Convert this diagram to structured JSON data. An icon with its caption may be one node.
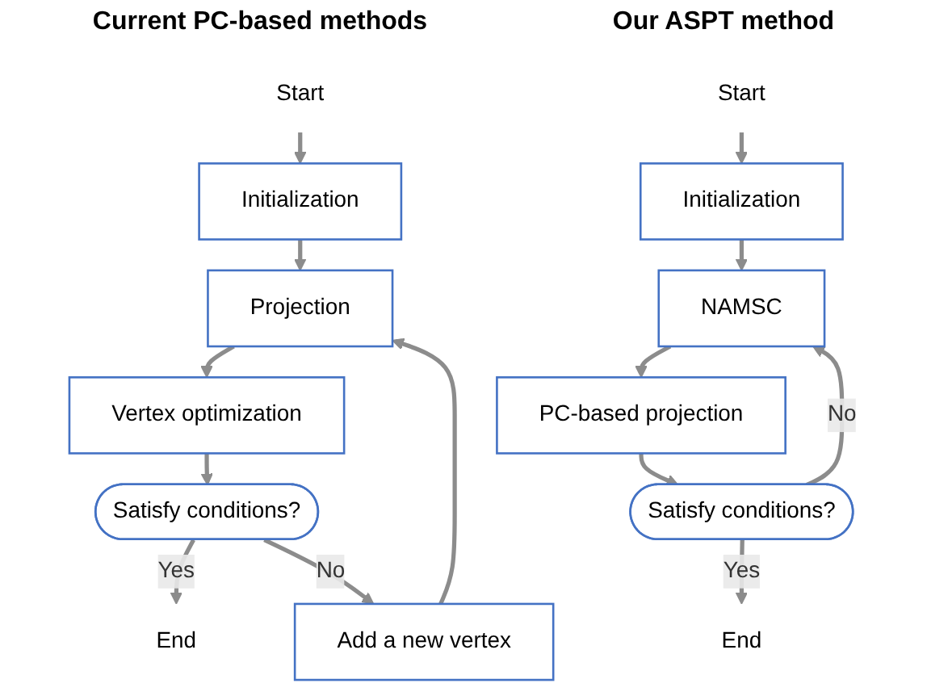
{
  "diagram": {
    "nodes": [
      {
        "text": [
          "Start"
        ]
      },
      {
        "text": [
          "Initialization"
        ]
      },
      {
        "text": [
          "Projection"
        ]
      },
      {
        "text": [
          "Vertex optimization"
        ]
      },
      {
        "text": [
          "Satisfy conditions?"
        ]
      },
      {
        "text": [
          "End"
        ]
      },
      {
        "text": [
          "Add a new vertex"
        ]
      },
      {
        "text": [
          "Start"
        ]
      },
      {
        "text": [
          "Initialization"
        ]
      },
      {
        "text": [
          "NAMSC"
        ]
      },
      {
        "text": [
          "PC-based projection"
        ]
      },
      {
        "text": [
          "Satisfy conditions?"
        ]
      },
      {
        "text": [
          "End"
        ]
      }
    ],
    "edges": [
      {
        "from": 0,
        "to": 1,
        "arrow": "to"
      },
      {
        "from": 1,
        "to": 2,
        "arrow": "to"
      },
      {
        "from": 2,
        "to": 3,
        "arrow": "to"
      },
      {
        "from": 3,
        "to": 4,
        "arrow": "to"
      },
      {
        "from": 4,
        "to": 5,
        "arrow": "to",
        "label": "Yes"
      },
      {
        "from": 4,
        "to": 6,
        "arrow": "to",
        "label": "No"
      },
      {
        "from": 6,
        "to": 2,
        "arrow": "to"
      },
      {
        "from": 7,
        "to": 8,
        "arrow": "to"
      },
      {
        "from": 8,
        "to": 9,
        "arrow": "to"
      },
      {
        "from": 9,
        "to": 10,
        "arrow": "to"
      },
      {
        "from": 10,
        "to": 11,
        "arrow": "to"
      },
      {
        "from": 11,
        "to": 12,
        "arrow": "to",
        "label": "Yes"
      },
      {
        "from": 11,
        "to": 9,
        "arrow": "to",
        "label": "No"
      }
    ],
    "labels": [
      "Current PC-based methods",
      "Our ASPT method"
    ]
  }
}
